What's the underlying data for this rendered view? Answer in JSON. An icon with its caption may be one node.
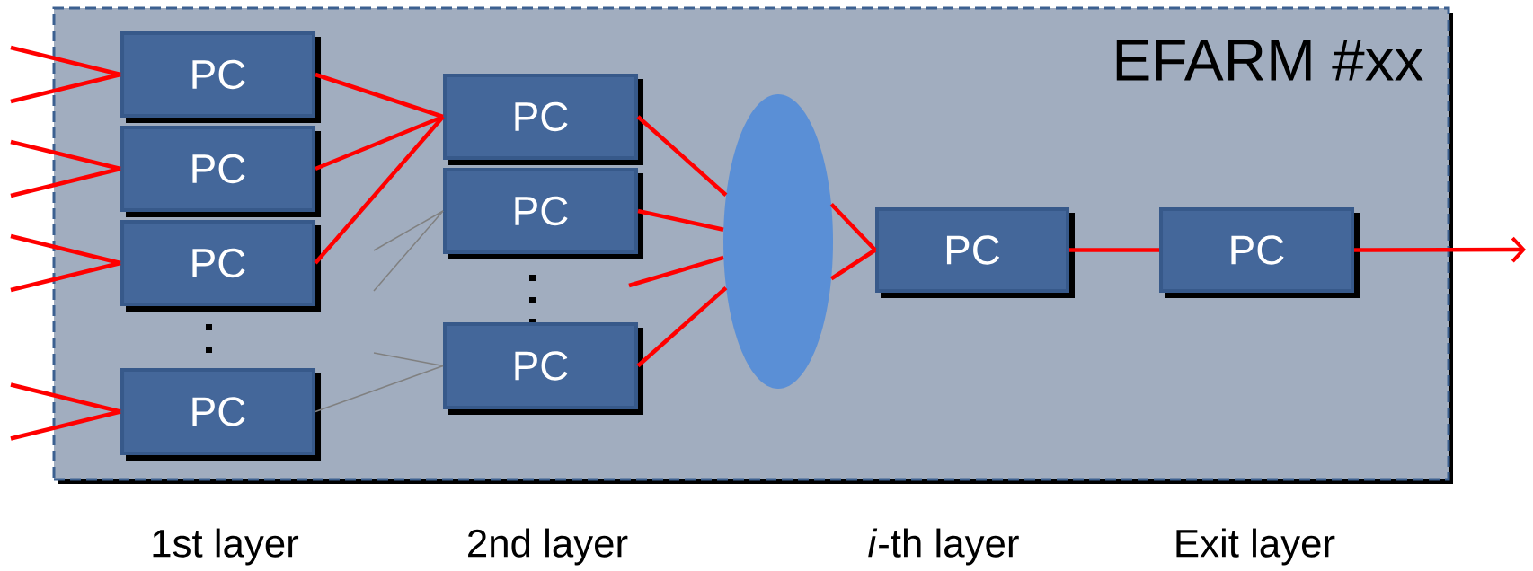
{
  "diagram": {
    "nodes": [
      {
        "text": [
          "EFARM #xx"
        ]
      },
      {
        "text": [
          "PC"
        ],
        "in": 0
      },
      {
        "text": [
          "PC"
        ],
        "in": 0
      },
      {
        "text": [
          "PC"
        ],
        "in": 0
      },
      {
        "text": [
          "PC"
        ],
        "in": 0
      },
      {
        "text": [
          "PC"
        ],
        "in": 0
      },
      {
        "text": [
          "PC"
        ],
        "in": 0
      },
      {
        "text": [
          "PC"
        ],
        "in": 0
      },
      {
        "text": [],
        "shape": "ellipse",
        "in": 0
      },
      {
        "text": [
          "PC"
        ],
        "in": 0
      },
      {
        "text": [
          "PC"
        ],
        "in": 0
      }
    ],
    "edges": [
      {
        "from": null,
        "to": 1,
        "arrow": "none"
      },
      {
        "from": null,
        "to": 1,
        "arrow": "none"
      },
      {
        "from": null,
        "to": 2,
        "arrow": "none"
      },
      {
        "from": null,
        "to": 2,
        "arrow": "none"
      },
      {
        "from": null,
        "to": 3,
        "arrow": "none"
      },
      {
        "from": null,
        "to": 3,
        "arrow": "none"
      },
      {
        "from": null,
        "to": 4,
        "arrow": "none"
      },
      {
        "from": null,
        "to": 4,
        "arrow": "none"
      },
      {
        "from": 1,
        "to": 5,
        "arrow": "none"
      },
      {
        "from": 2,
        "to": 5,
        "arrow": "none"
      },
      {
        "from": 3,
        "to": 5,
        "arrow": "none"
      },
      {
        "from": 4,
        "to": 7,
        "arrow": "none",
        "color": "#808080"
      },
      {
        "from": null,
        "to": 6,
        "arrow": "none",
        "color": "#808080"
      },
      {
        "from": null,
        "to": 6,
        "arrow": "none",
        "color": "#808080"
      },
      {
        "from": null,
        "to": 7,
        "arrow": "none",
        "color": "#808080"
      },
      {
        "from": 5,
        "to": 8,
        "arrow": "none"
      },
      {
        "from": 6,
        "to": 8,
        "arrow": "none"
      },
      {
        "from": null,
        "to": 8,
        "arrow": "none"
      },
      {
        "from": 7,
        "to": 8,
        "arrow": "none"
      },
      {
        "from": 8,
        "to": 9,
        "arrow": "none"
      },
      {
        "from": 8,
        "to": 9,
        "arrow": "none"
      },
      {
        "from": 9,
        "to": 10,
        "arrow": "none"
      },
      {
        "from": 10,
        "to": null,
        "arrow": "to"
      }
    ],
    "labels": [
      "1st layer",
      "2nd layer",
      "*i*-th layer",
      "Exit layer"
    ]
  }
}
